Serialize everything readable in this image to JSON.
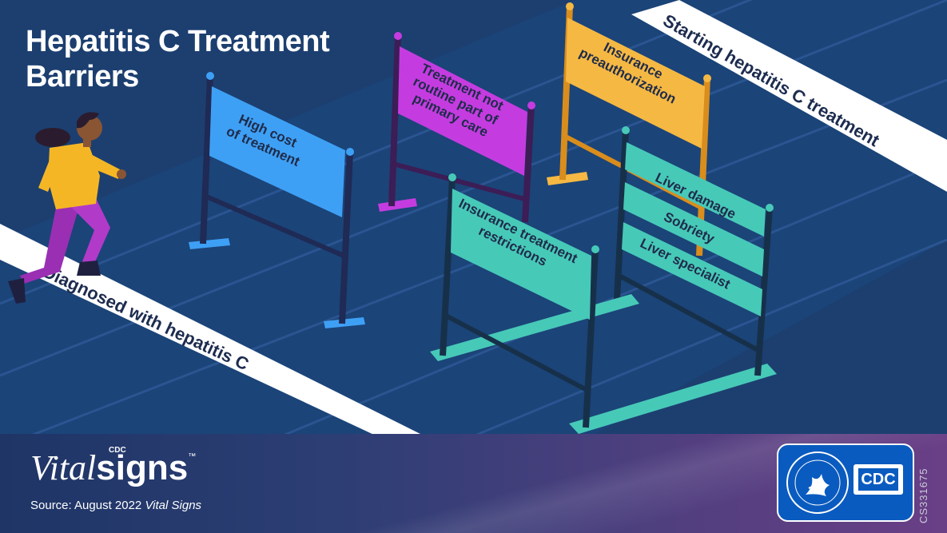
{
  "title": {
    "line1": "Hepatitis C Treatment",
    "line2": "Barriers"
  },
  "track": {
    "start_label": "Diagnosed with hepatitis C",
    "finish_label": "Starting hepatitis C treatment"
  },
  "hurdles": [
    {
      "lines": [
        "High cost",
        "of treatment"
      ],
      "color": "#3ea0f5"
    },
    {
      "lines": [
        "Treatment not",
        "routine part of",
        "primary care"
      ],
      "color": "#c43ce0"
    },
    {
      "lines": [
        "Insurance",
        "preauthorization"
      ],
      "color": "#f5b843"
    },
    {
      "lines": [
        "Insurance treatment",
        "restrictions"
      ],
      "color": "#47c9b8"
    },
    {
      "lines": [
        "Liver damage"
      ],
      "color": "#47c9b8"
    },
    {
      "lines": [
        "Sobriety"
      ],
      "color": "#47c9b8"
    },
    {
      "lines": [
        "Liver specialist"
      ],
      "color": "#47c9b8"
    }
  ],
  "footer": {
    "brand_cdc": "CDC",
    "brand_vital": "Vital",
    "brand_signs": "signs",
    "brand_tm": "™",
    "source_prefix": "Source: August 2022 ",
    "source_italic": "Vital Signs",
    "agency_logo": "CDC",
    "code": "CS331675"
  },
  "colors": {
    "background": "#1c3f70",
    "track": "#1b4478",
    "runner_shirt": "#f5b625",
    "runner_pants": "#b13ac9"
  }
}
